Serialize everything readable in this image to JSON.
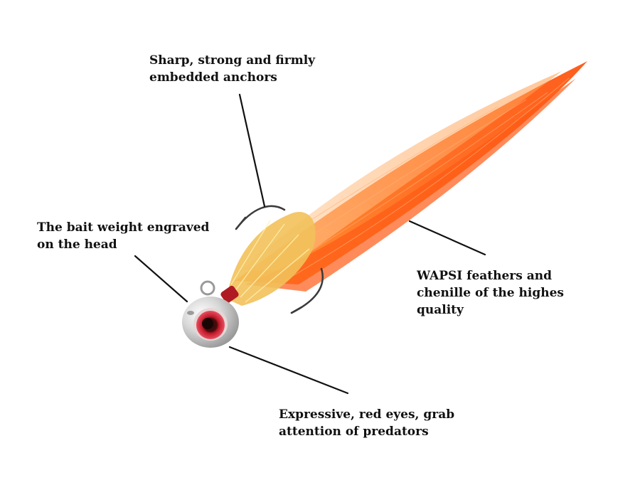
{
  "callouts": {
    "anchors": {
      "line1": "Sharp, strong and firmly",
      "line2": "embedded anchors"
    },
    "weight": {
      "line1": "The bait weight engraved",
      "line2": "on the head"
    },
    "feathers": {
      "line1": "WAPSI feathers and",
      "line2": "chenille of the highes",
      "line3": "quality"
    },
    "eyes": {
      "line1": "Expressive, red eyes, grab",
      "line2": "attention of predators"
    }
  },
  "colors": {
    "background": "#ffffff",
    "feather_orange": "#ff6a1a",
    "feather_light": "#ffa64d",
    "chenille_gold": "#f2c15a",
    "head_silver": "#c9c9c9",
    "eye_red": "#c0182a",
    "leader_line": "#111111"
  }
}
